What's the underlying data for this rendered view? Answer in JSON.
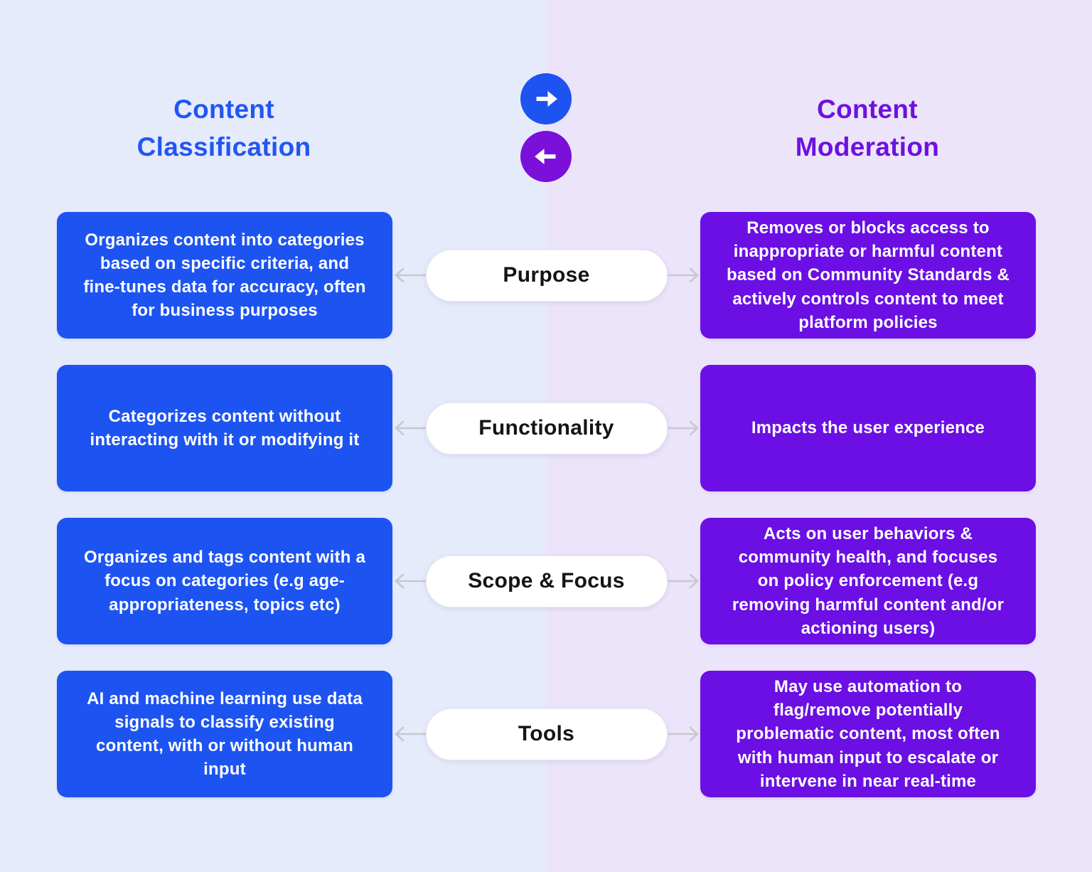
{
  "titles": {
    "left": "Content Classification",
    "right": "Content Moderation"
  },
  "header_icons": {
    "top": "arrow-right-circle",
    "bottom": "arrow-left-circle"
  },
  "colors": {
    "classification_blue": "#1d54f1",
    "moderation_purple": "#6b0fe4",
    "circle_blue": "#1d54f1",
    "circle_purple": "#7a10d9",
    "title_blue": "#2256f2",
    "title_purple": "#6d11de",
    "pill_background": "#ffffff",
    "pill_text": "#141414",
    "connector_gray": "#c7c8ce",
    "background_left": "#e6ebfc",
    "background_right": "#ece4fb"
  },
  "rows": [
    {
      "label": "Purpose",
      "left": "Organizes content into categories based on specific criteria, and fine-tunes data for accuracy, often for business purposes",
      "right": "Removes or blocks access to inappropriate or harmful content based on Community Standards & actively controls content to meet platform policies"
    },
    {
      "label": "Functionality",
      "left": "Categorizes content without interacting with it or modifying it",
      "right": "Impacts the user experience"
    },
    {
      "label": "Scope & Focus",
      "left": "Organizes and tags content with a focus on categories (e.g age-appropriateness, topics etc)",
      "right": "Acts on user behaviors & community health, and focuses on policy enforcement (e.g removing harmful content and/or actioning users)"
    },
    {
      "label": "Tools",
      "left": "AI and machine learning use data signals to classify existing content, with or without human input",
      "right": "May use automation to flag/remove potentially problematic content, most often with human input to escalate or intervene in near real-time"
    }
  ]
}
